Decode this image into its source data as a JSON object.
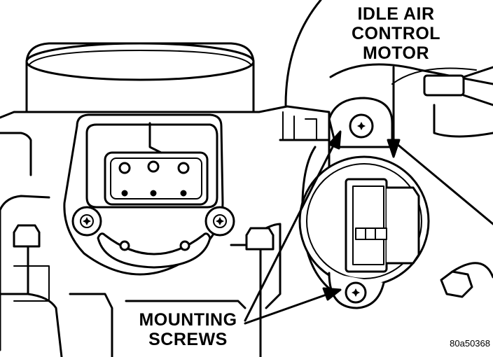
{
  "labels": {
    "idle_air_control_motor": [
      "IDLE AIR",
      "CONTROL",
      "MOTOR"
    ],
    "mounting_screws": [
      "MOUNTING",
      "SCREWS"
    ]
  },
  "figure_code": "80a50368",
  "colors": {
    "line": "#000000",
    "background": "#ffffff"
  }
}
